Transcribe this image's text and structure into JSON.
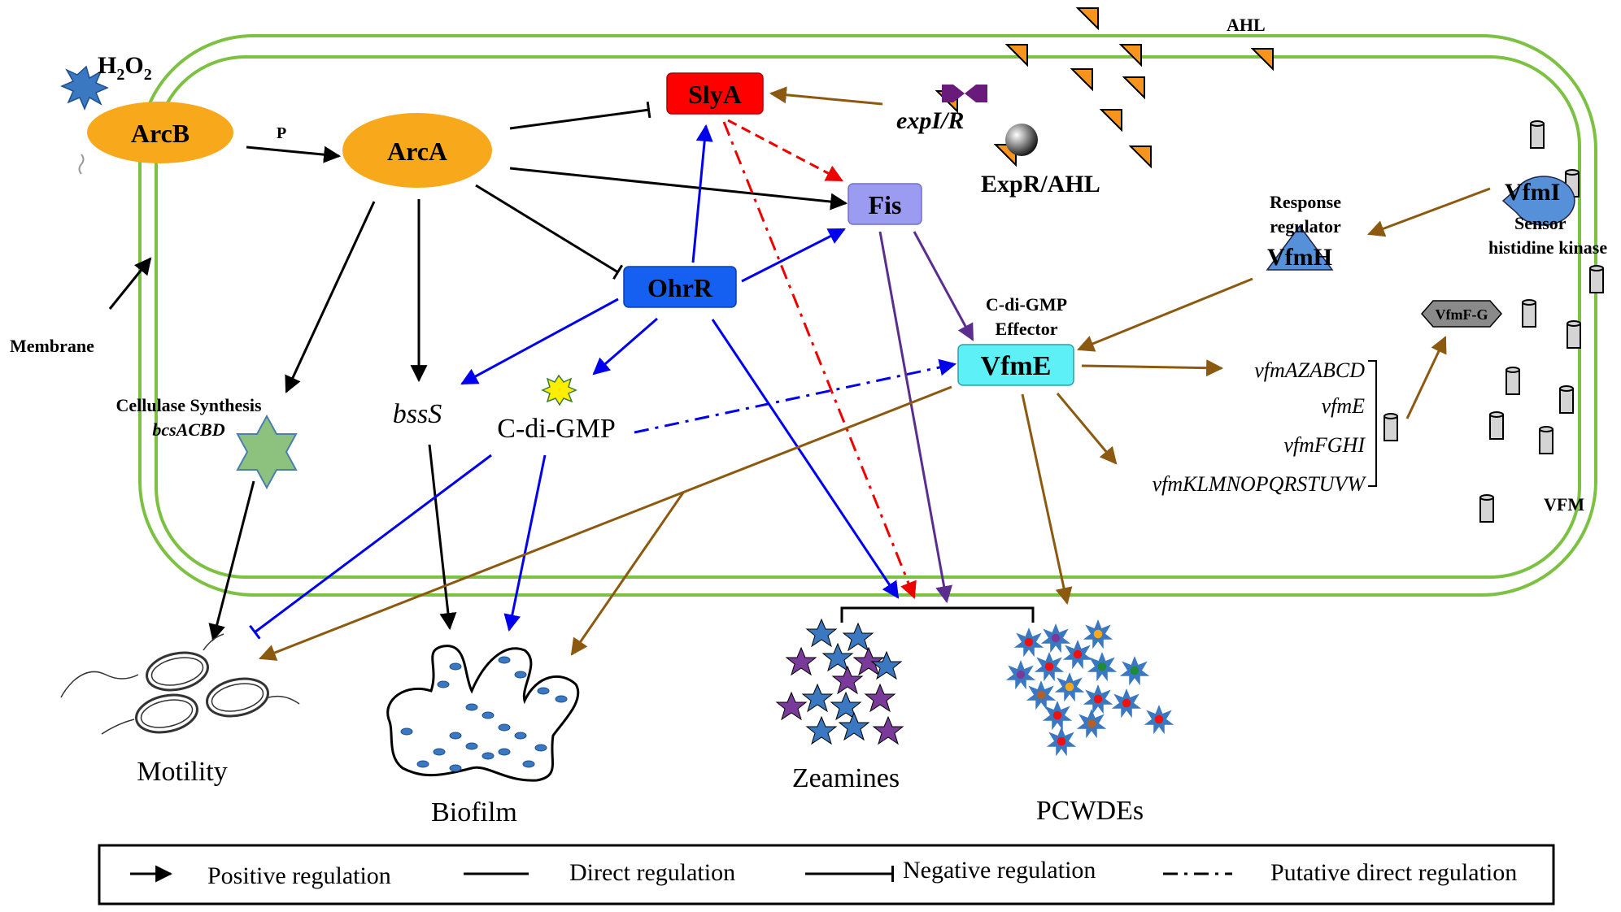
{
  "colors": {
    "membrane": "#7cc142",
    "arc": "#f7a81b",
    "slyA": "#ff0000",
    "fis": "#9b9bf2",
    "ohrR": "#1560f0",
    "vfmE": "#5ef0f7",
    "black": "#000000",
    "blue": "#0000ee",
    "brown": "#8b5a10",
    "purple": "#5b2d8e",
    "red": "#ee0000",
    "ahl": "#f7941d"
  },
  "labels": {
    "h2o2_main": "H",
    "h2o2_sub1": "2",
    "h2o2_mid": "O",
    "h2o2_sub2": "2",
    "arcB": "ArcB",
    "arcA": "ArcA",
    "p": "P",
    "slyA": "SlyA",
    "fis": "Fis",
    "ohrR": "OhrR",
    "vfmE": "VfmE",
    "expIR": "expI/R",
    "expRAHL": "ExpR/AHL",
    "ahl": "AHL",
    "responseRegulator1": "Response",
    "responseRegulator2": "regulator",
    "vfmH": "VfmH",
    "vfmI": "VfmI",
    "sensor1": "Sensor",
    "sensor2": "histidine kinase",
    "cdigmpEffector1": "C-di-GMP",
    "cdigmpEffector2": "Effector",
    "vfmFG": "VfmF-G",
    "membrane": "Membrane",
    "cellulase1": "Cellulase Synthesis",
    "cellulase2": "bcsACBD",
    "bssS": "bssS",
    "cdigmp": "C-di-GMP",
    "gene1": "vfmAZABCD",
    "gene2": "vfmE",
    "gene3": "vfmFGHI",
    "gene4": "vfmKLMNOPQRSTUVW",
    "vfm": "VFM",
    "motility": "Motility",
    "biofilm": "Biofilm",
    "zeamines": "Zeamines",
    "pcwdes": "PCWDEs"
  },
  "legend": {
    "positive": "Positive regulation",
    "direct": "Direct regulation",
    "negative": "Negative regulation",
    "putative": "Putative direct regulation"
  }
}
